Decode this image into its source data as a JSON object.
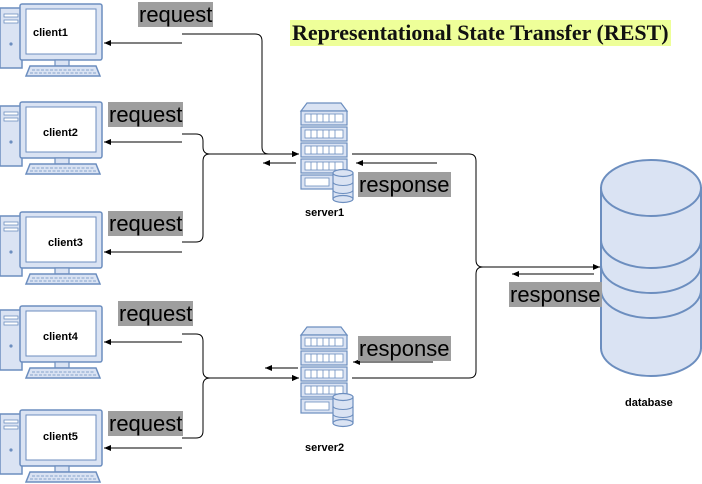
{
  "title": "Representational State Transfer (REST)",
  "clients": [
    {
      "label": "client1"
    },
    {
      "label": "client2"
    },
    {
      "label": "client3"
    },
    {
      "label": "client4"
    },
    {
      "label": "client5"
    }
  ],
  "servers": [
    {
      "label": "server1"
    },
    {
      "label": "server2"
    }
  ],
  "database": {
    "label": "database"
  },
  "edge_labels": {
    "request": "request",
    "response": "response"
  },
  "colors": {
    "device_fill": "#dae3f3",
    "device_stroke": "#6c8ebf",
    "label_bg": "#9e9e9e",
    "title_bg": "#eeff99",
    "line": "#000000"
  }
}
